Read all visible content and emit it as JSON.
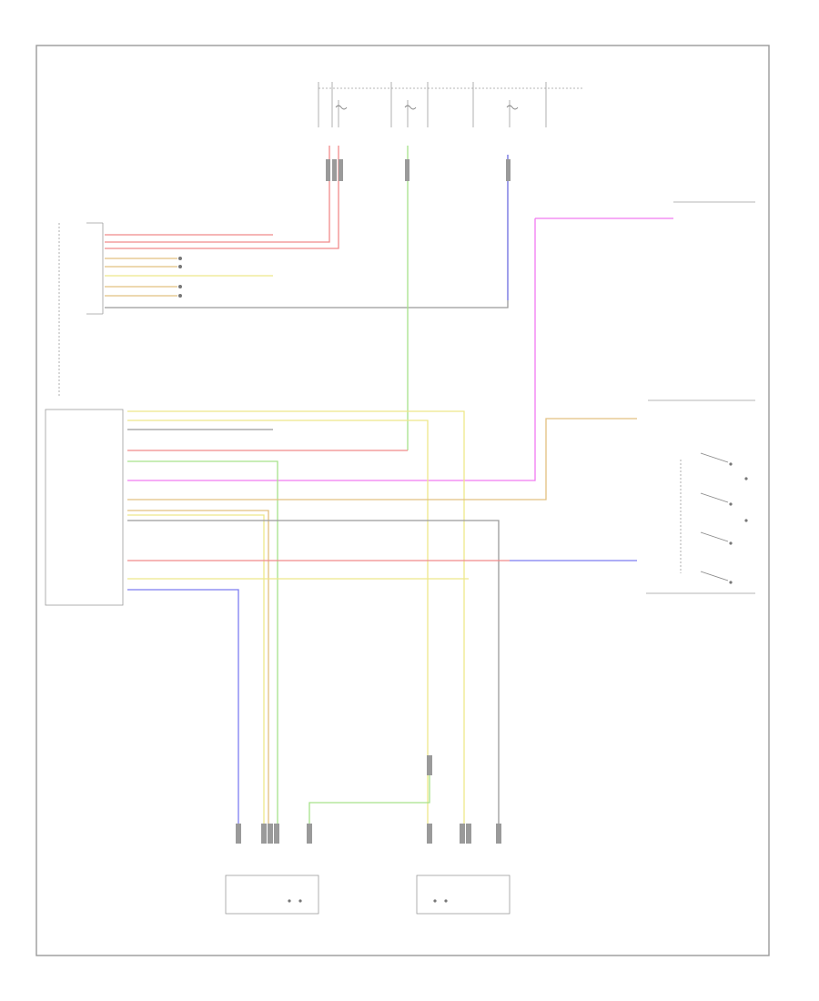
{
  "diagram": {
    "footer_code": "",
    "colors": {
      "red": "#f08a8a",
      "red_dark": "#e85a5a",
      "green": "#a6e28a",
      "blue": "#7c7cf0",
      "magenta": "#f07af0",
      "tan": "#e2c080",
      "yellow": "#ede88a",
      "gray": "#9a9a9a",
      "frame": "#9a9a9a"
    },
    "fuse_labels": [
      {
        "id": "f1",
        "text": ""
      },
      {
        "id": "f2",
        "text": ""
      },
      {
        "id": "f3",
        "text": ""
      }
    ],
    "components": [
      {
        "id": "module-upper",
        "label": ""
      },
      {
        "id": "module-lower",
        "label": ""
      },
      {
        "id": "motor-left",
        "label": ""
      },
      {
        "id": "motor-right",
        "label": ""
      },
      {
        "id": "switch-block",
        "label": ""
      },
      {
        "id": "remote-module",
        "label": ""
      }
    ]
  }
}
